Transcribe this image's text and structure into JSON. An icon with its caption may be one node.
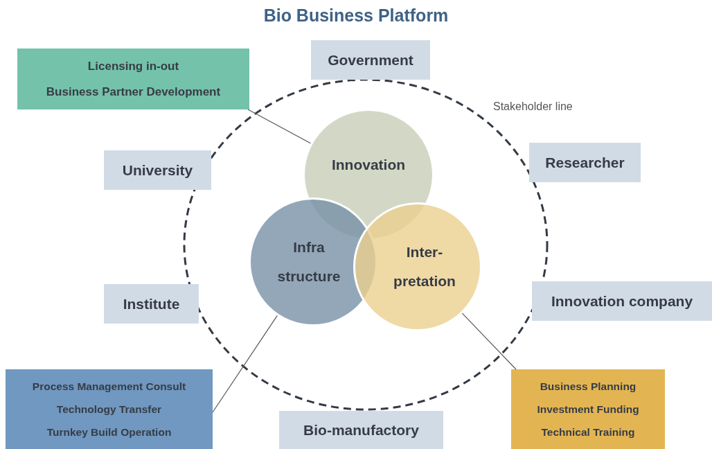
{
  "diagram": {
    "title": "Bio Business Platform",
    "nodes": [
      {
        "text": [],
        "shape": "circle",
        "beside": [
          "Stakeholder line"
        ]
      },
      {
        "text": [
          "Licensing in-out",
          "Business Partner Development"
        ]
      },
      {
        "text": [
          "Government"
        ]
      },
      {
        "text": [
          "University"
        ]
      },
      {
        "text": [
          "Researcher"
        ]
      },
      {
        "text": [
          "Innovation"
        ],
        "in": 0
      },
      {
        "text": [
          "Infra structure"
        ],
        "in": 0
      },
      {
        "text": [
          "Inter- pretation"
        ],
        "in": 0
      },
      {
        "text": [
          "Institute"
        ]
      },
      {
        "text": [
          "Innovation company"
        ]
      },
      {
        "text": [
          "Process Management Consult",
          "Technology Transfer",
          "Turnkey Build Operation"
        ]
      },
      {
        "text": [
          "Bio-manufactory"
        ]
      },
      {
        "text": [
          "Business Planning",
          "Investment Funding",
          "Technical Training"
        ]
      }
    ],
    "edges": [
      {
        "from": 1,
        "to": 5,
        "arrow": "none"
      },
      {
        "from": 6,
        "to": 10,
        "arrow": "none"
      },
      {
        "from": 7,
        "to": 12,
        "arrow": "none"
      }
    ]
  }
}
